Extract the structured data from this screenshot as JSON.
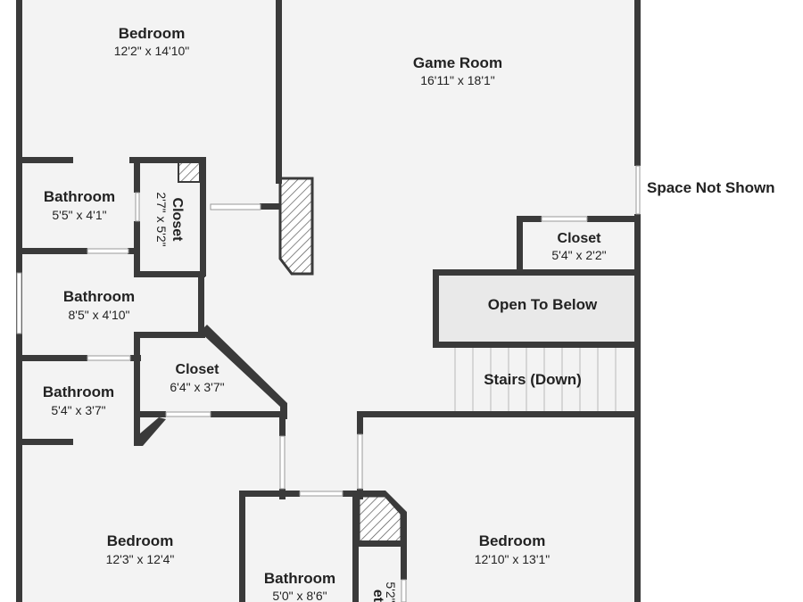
{
  "rooms": {
    "bedroom_top": {
      "name": "Bedroom",
      "dims": "12'2\" x 14'10\""
    },
    "game_room": {
      "name": "Game Room",
      "dims": "16'11\" x 18'1\""
    },
    "space_not_shown": {
      "name": "Space Not Shown"
    },
    "bathroom_1": {
      "name": "Bathroom",
      "dims": "5'5\" x 4'1\""
    },
    "closet_vertical": {
      "name": "Closet",
      "dims": "2'7\" x 5'2\""
    },
    "closet_right": {
      "name": "Closet",
      "dims": "5'4\" x 2'2\""
    },
    "bathroom_2": {
      "name": "Bathroom",
      "dims": "8'5\" x 4'10\""
    },
    "open_to_below": {
      "name": "Open To Below"
    },
    "closet_mid": {
      "name": "Closet",
      "dims": "6'4\" x 3'7\""
    },
    "stairs": {
      "name": "Stairs (Down)"
    },
    "bathroom_3": {
      "name": "Bathroom",
      "dims": "5'4\" x 3'7\""
    },
    "bedroom_left": {
      "name": "Bedroom",
      "dims": "12'3\" x 12'4\""
    },
    "bedroom_right": {
      "name": "Bedroom",
      "dims": "12'10\" x 13'1\""
    },
    "bathroom_4": {
      "name": "Bathroom",
      "dims": "5'0\" x 8'6\""
    },
    "closet_bottom_partial": {
      "name": "et",
      "dims": "5'2\""
    }
  },
  "colors": {
    "wall": "#3a3a3a",
    "floor": "#f3f3f3",
    "open_to_below": "#e9e9e9"
  }
}
